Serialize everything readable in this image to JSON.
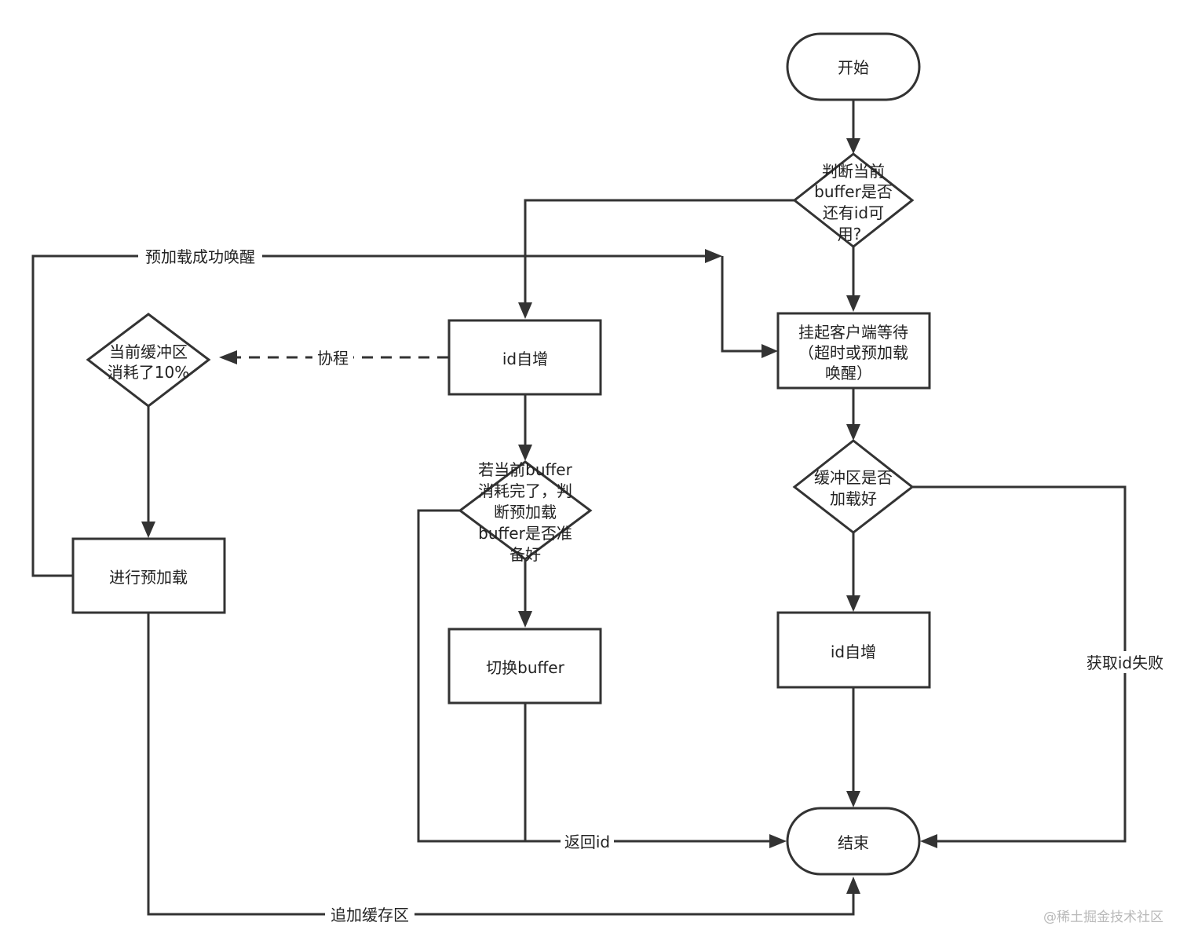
{
  "nodes": {
    "start": [
      "开始"
    ],
    "check_buffer": [
      "判断当前",
      "buffer是否",
      "还有id可",
      "用?"
    ],
    "suspend_client": [
      "挂起客户端等待",
      "（超时或预加载",
      "唤醒）"
    ],
    "buffer_loaded": [
      "缓冲区是否",
      "加载好"
    ],
    "id_increment_right": [
      "id自增"
    ],
    "end": [
      "结束"
    ],
    "id_increment_mid": [
      "id自增"
    ],
    "check_preload": [
      "若当前buffer",
      "消耗完了，判",
      "断预加载",
      "buffer是否准",
      "备好"
    ],
    "switch_buffer": [
      "切换buffer"
    ],
    "consumed_10": [
      "当前缓冲区",
      "消耗了10%"
    ],
    "do_preload": [
      "进行预加载"
    ]
  },
  "edge_labels": {
    "preload_wakeup": "预加载成功唤醒",
    "coroutine": "协程",
    "return_id": "返回id",
    "get_id_failed": "获取id失败",
    "append_buffer": "追加缓存区"
  },
  "watermark": "@稀土掘金技术社区"
}
